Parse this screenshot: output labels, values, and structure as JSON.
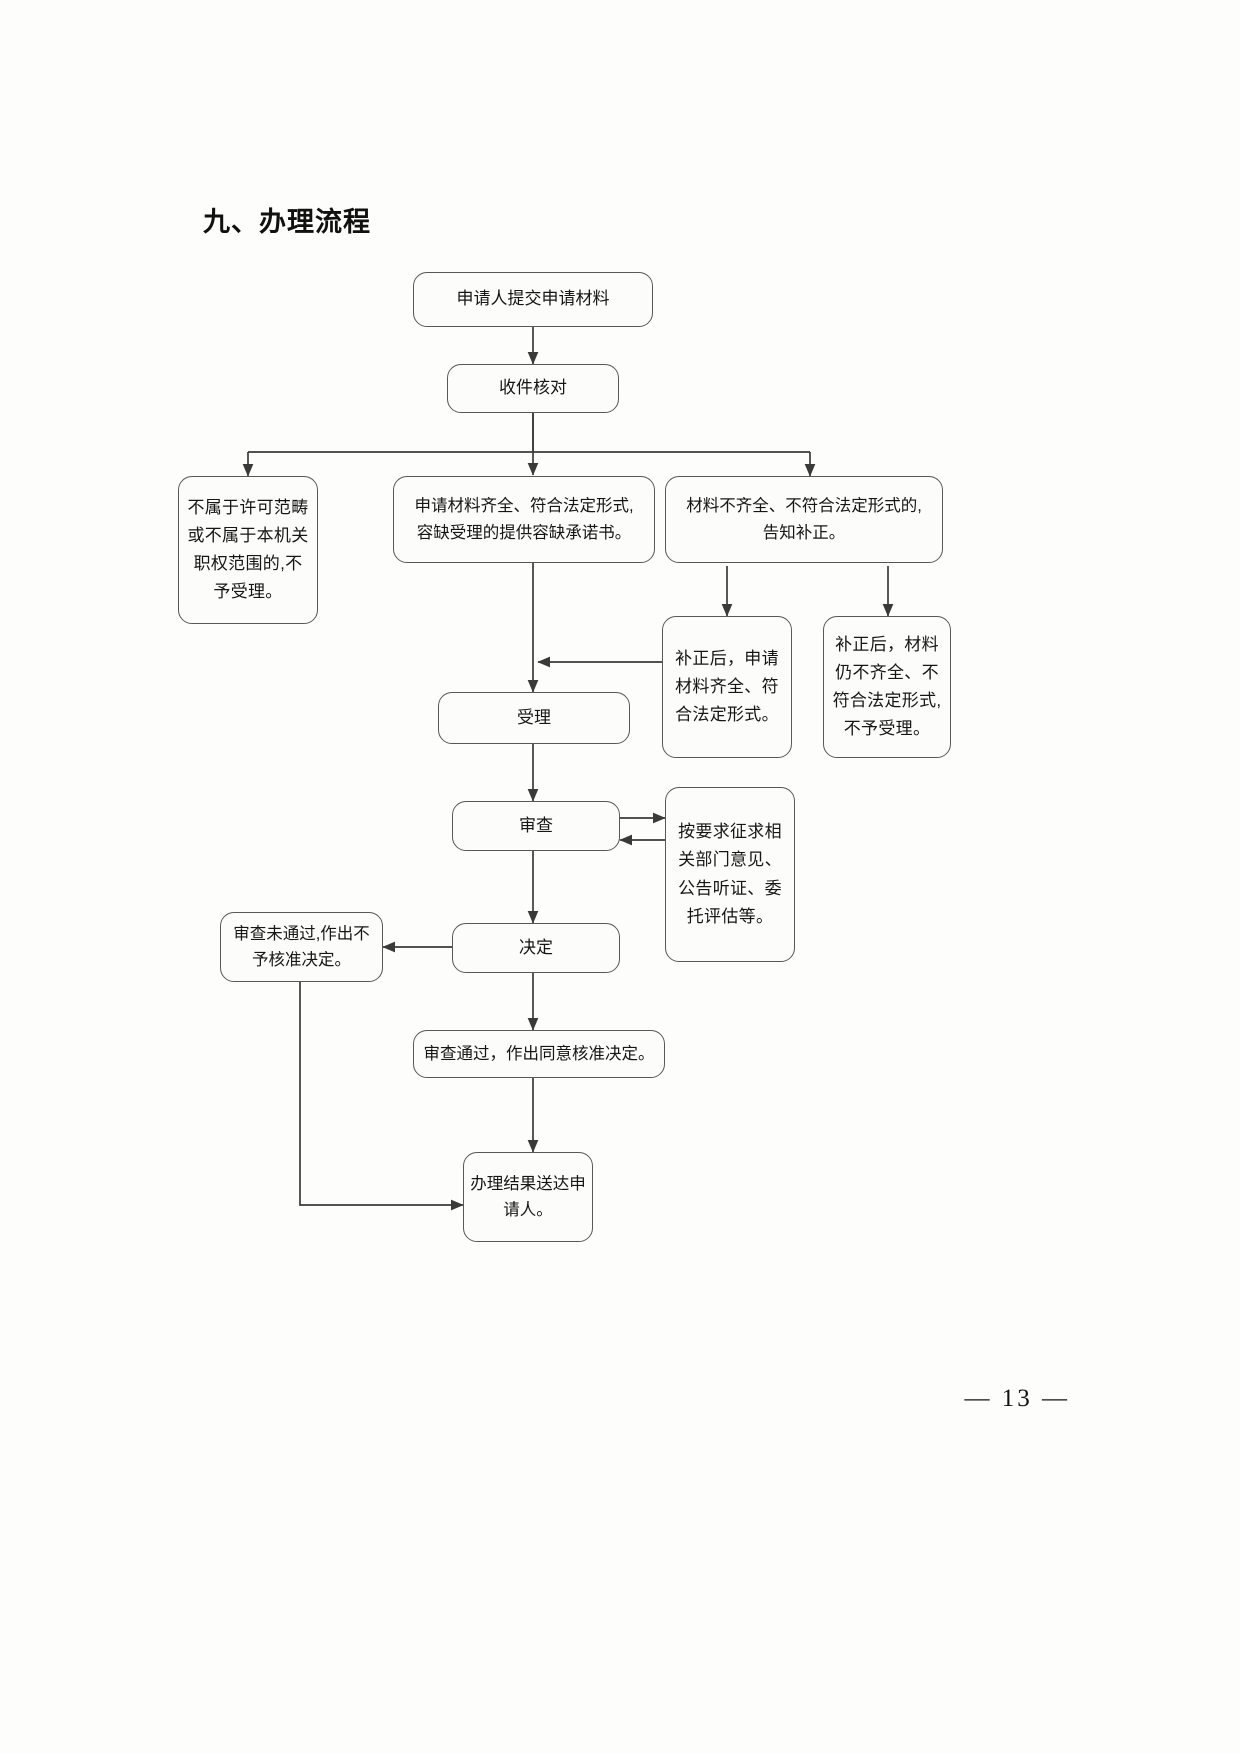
{
  "document": {
    "section_title": "九、办理流程",
    "page_folio": "— 13 —"
  },
  "chart_data": {
    "type": "diagram",
    "title": "九、办理流程",
    "nodes": [
      {
        "id": "n1",
        "label": "申请人提交申请材料"
      },
      {
        "id": "n2",
        "label": "收件核对"
      },
      {
        "id": "n3",
        "label": "不属于许可范畴或不属于本机关职权范围的,不予受理。"
      },
      {
        "id": "n4",
        "label": "申请材料齐全、符合法定形式,\n容缺受理的提供容缺承诺书。"
      },
      {
        "id": "n5",
        "label": "材料不齐全、不符合法定形式的,\n告知补正。"
      },
      {
        "id": "n6",
        "label": "补正后，申请材料齐全、符合法定形式。"
      },
      {
        "id": "n7",
        "label": "补正后，材料仍不齐全、不符合法定形式,不予受理。"
      },
      {
        "id": "n8",
        "label": "受理"
      },
      {
        "id": "n9",
        "label": "审查"
      },
      {
        "id": "n10",
        "label": "按要求征求相关部门意见、公告听证、委托评估等。"
      },
      {
        "id": "n11",
        "label": "决定"
      },
      {
        "id": "n12",
        "label": "审查未通过,作出不予核准决定。"
      },
      {
        "id": "n13",
        "label": "审查通过，作出同意核准决定。"
      },
      {
        "id": "n14",
        "label": "办理结果送达申请人。"
      }
    ],
    "edges": [
      {
        "from": "n1",
        "to": "n2",
        "label": ""
      },
      {
        "from": "n2",
        "to": "n3",
        "label": ""
      },
      {
        "from": "n2",
        "to": "n4",
        "label": ""
      },
      {
        "from": "n2",
        "to": "n5",
        "label": ""
      },
      {
        "from": "n5",
        "to": "n6",
        "label": ""
      },
      {
        "from": "n5",
        "to": "n7",
        "label": ""
      },
      {
        "from": "n6",
        "to": "n8",
        "label": ""
      },
      {
        "from": "n4",
        "to": "n8",
        "label": ""
      },
      {
        "from": "n8",
        "to": "n9",
        "label": ""
      },
      {
        "from": "n9",
        "to": "n10",
        "label": ""
      },
      {
        "from": "n10",
        "to": "n9",
        "label": ""
      },
      {
        "from": "n9",
        "to": "n11",
        "label": ""
      },
      {
        "from": "n11",
        "to": "n12",
        "label": ""
      },
      {
        "from": "n11",
        "to": "n13",
        "label": ""
      },
      {
        "from": "n13",
        "to": "n14",
        "label": ""
      },
      {
        "from": "n12",
        "to": "n14",
        "label": ""
      }
    ],
    "style": {
      "node_fill": "#fcfcfb",
      "node_border": "#55595c",
      "edge_color": "#3a3a3a",
      "text_color": "#161616",
      "background": "#fdfdfc"
    }
  }
}
